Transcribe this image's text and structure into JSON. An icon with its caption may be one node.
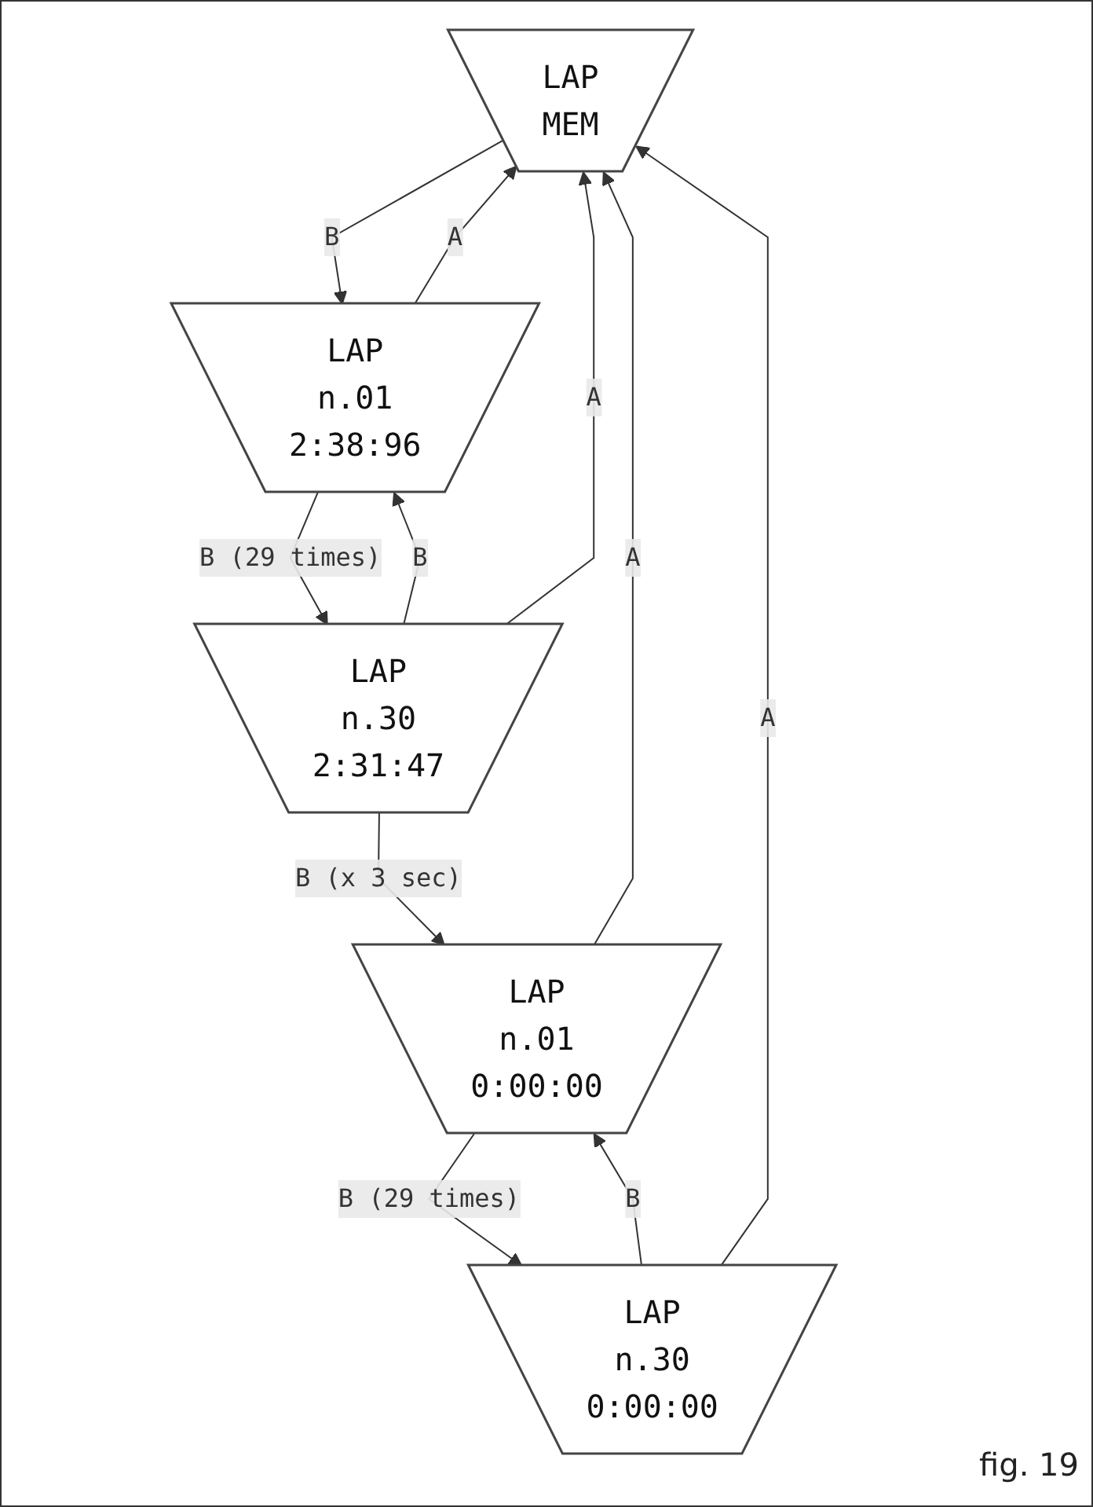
{
  "diagram": {
    "caption": "fig. 19",
    "nodes": [
      {
        "text": [
          "LAP",
          "MEM"
        ]
      },
      {
        "text": [
          "LAP",
          "n.01",
          "2:38:96"
        ]
      },
      {
        "text": [
          "LAP",
          "n.30",
          "2:31:47"
        ]
      },
      {
        "text": [
          "LAP",
          "n.01",
          "0:00:00"
        ]
      },
      {
        "text": [
          "LAP",
          "n.30",
          "0:00:00"
        ]
      }
    ],
    "edges": [
      {
        "from": 0,
        "to": 1,
        "arrow": "to",
        "label": "B"
      },
      {
        "from": 1,
        "to": 2,
        "arrow": "to",
        "label": "B (29 times)"
      },
      {
        "from": 2,
        "to": 3,
        "arrow": "to",
        "label": "B (x 3 sec)"
      },
      {
        "from": 3,
        "to": 4,
        "arrow": "to",
        "label": "B (29 times)"
      },
      {
        "from": 2,
        "to": 1,
        "arrow": "to",
        "label": "B"
      },
      {
        "from": 4,
        "to": 3,
        "arrow": "to",
        "label": "B"
      },
      {
        "from": 1,
        "to": 0,
        "arrow": "to",
        "label": "A"
      },
      {
        "from": 2,
        "to": 0,
        "arrow": "to",
        "label": "A"
      },
      {
        "from": 3,
        "to": 0,
        "arrow": "to",
        "label": "A"
      },
      {
        "from": 4,
        "to": 0,
        "arrow": "to",
        "label": "A"
      }
    ]
  }
}
